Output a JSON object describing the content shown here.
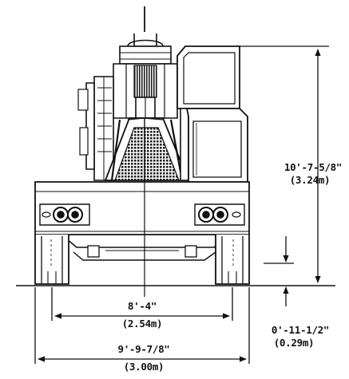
{
  "dimensions": {
    "overall_height": {
      "imperial": "10'-7-5/8\"",
      "metric": "(3.24m)"
    },
    "track_gauge": {
      "imperial": "8'-4\"",
      "metric": "(2.54m)"
    },
    "overall_width": {
      "imperial": "9'-9-7/8\"",
      "metric": "(3.00m)"
    },
    "ground_clearance": {
      "imperial": "0'-11-1/2\"",
      "metric": "(0.29m)"
    }
  }
}
